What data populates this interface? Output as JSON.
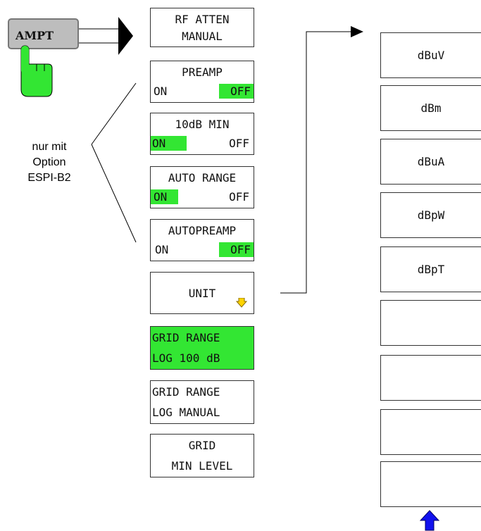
{
  "hardkey": {
    "label": "AMPT"
  },
  "note": {
    "line1": "nur mit",
    "line2": "Option",
    "line3": "ESPI-B2"
  },
  "left_menu": [
    {
      "id": "rf-atten",
      "line1": "RF ATTEN",
      "line2": "MANUAL"
    },
    {
      "id": "preamp",
      "line1": "PREAMP",
      "on": "ON",
      "off": "OFF",
      "active": "off"
    },
    {
      "id": "10db-min",
      "line1": "10dB MIN",
      "on": "ON",
      "off": "OFF",
      "active": "on"
    },
    {
      "id": "auto-range",
      "line1": "AUTO RANGE",
      "on": "ON",
      "off": "OFF",
      "active": "on"
    },
    {
      "id": "autopreamp",
      "line1": "AUTOPREAMP",
      "on": "ON",
      "off": "OFF",
      "active": "off"
    },
    {
      "id": "unit",
      "line1": "UNIT",
      "submenu_icon": "down-arrow-icon"
    },
    {
      "id": "grid-range-100",
      "line1": "GRID RANGE",
      "line2": "LOG 100 dB",
      "selected": true
    },
    {
      "id": "grid-range-manual",
      "line1": "GRID RANGE",
      "line2": "LOG MANUAL"
    },
    {
      "id": "grid-min-level",
      "line1": "GRID",
      "line2": "MIN LEVEL"
    }
  ],
  "unit_menu": {
    "items": [
      "dBuV",
      "dBm",
      "dBuA",
      "dBpW",
      "dBpT",
      "",
      "",
      "",
      ""
    ],
    "selected": "dBuV",
    "back_icon": "up-arrow-icon"
  },
  "colors": {
    "active": "#33e633",
    "back_arrow": "#1111ee",
    "submenu_arrow": "#ffd400"
  }
}
